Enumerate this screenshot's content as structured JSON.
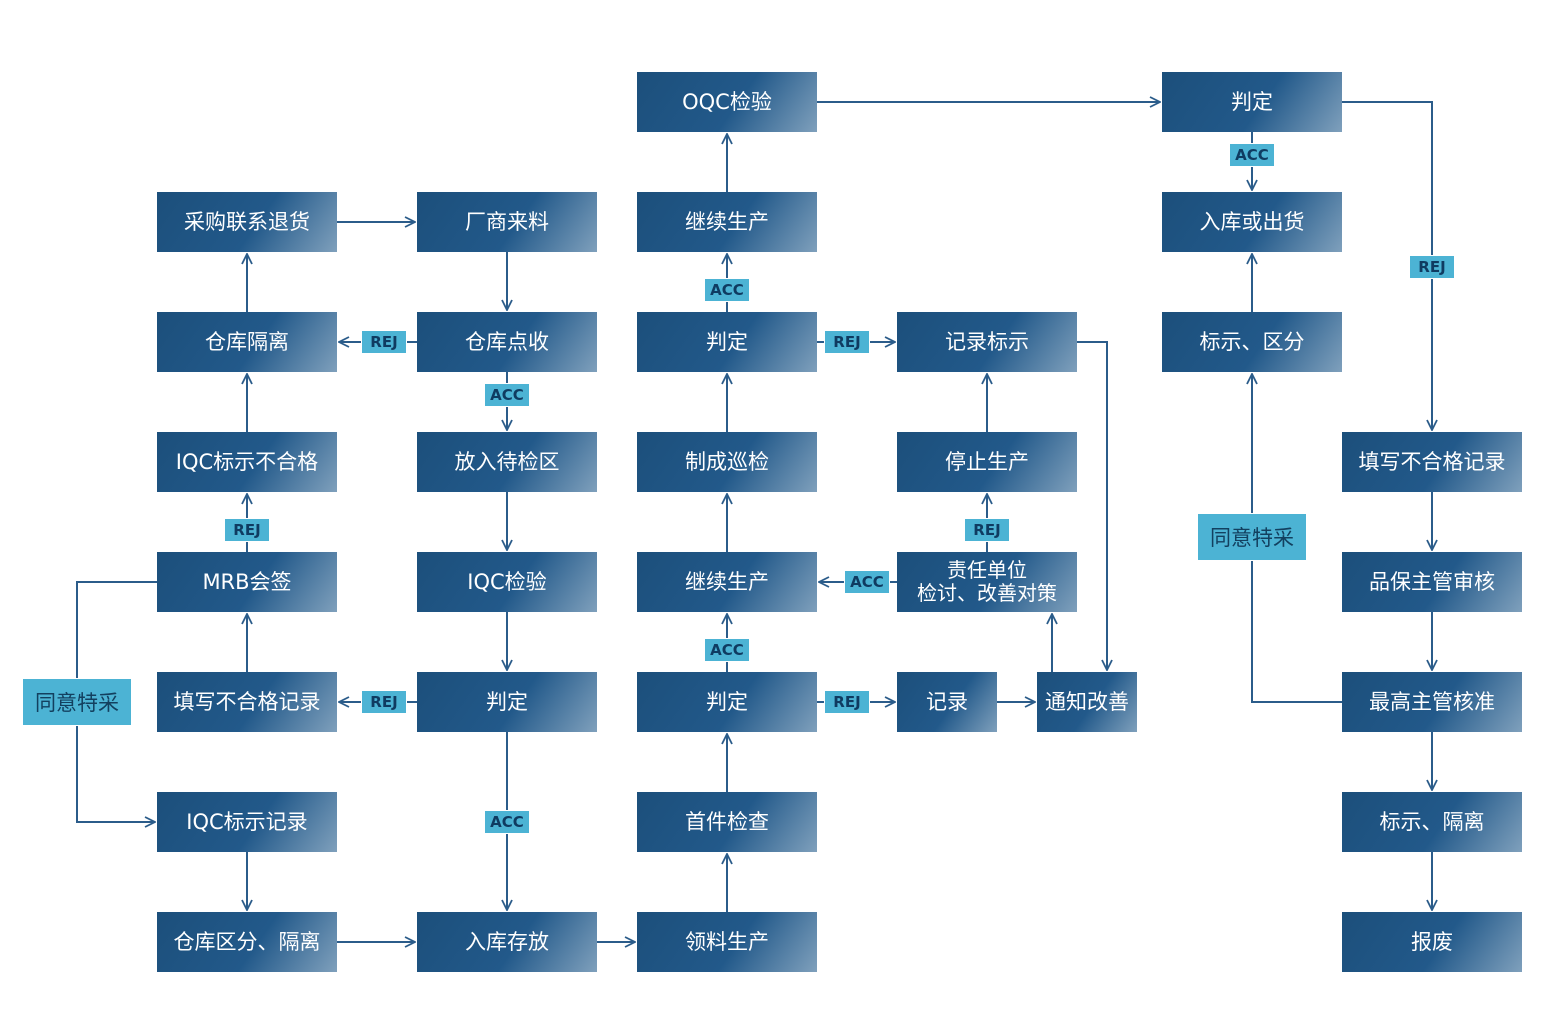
{
  "nodes": {
    "n01": "采购联系退货",
    "n02": "厂商来料",
    "n03": "仓库隔离",
    "n04": "仓库点收",
    "n05": "IQC标示不合格",
    "n06": "放入待检区",
    "n07": "MRB会签",
    "n08": "IQC检验",
    "n09": "填写不合格记录",
    "n10": "判定",
    "n11": "IQC标示记录",
    "n12": "仓库区分、隔离",
    "n13": "入库存放",
    "n14": "OQC检验",
    "n15": "继续生产",
    "n16": "判定",
    "n17": "制成巡检",
    "n18": "继续生产",
    "n19": "判定",
    "n20": "首件检查",
    "n21": "领料生产",
    "n22": "记录标示",
    "n23": "停止生产",
    "n24a": "责任单位",
    "n24b": "检讨、改善对策",
    "n25": "记录",
    "n26": "通知改善",
    "n27": "判定",
    "n28": "入库或出货",
    "n29": "标示、区分",
    "n30": "填写不合格记录",
    "n31": "品保主管审核",
    "n32": "最高主管核准",
    "n33": "标示、隔离",
    "n34": "报废"
  },
  "tags": {
    "acc": "ACC",
    "rej": "REJ",
    "special_accept": "同意特采"
  },
  "colors": {
    "node_fill": "#1c4f7b",
    "connector": "#2b5c8a",
    "tag_fill": "#4cb3d4"
  }
}
